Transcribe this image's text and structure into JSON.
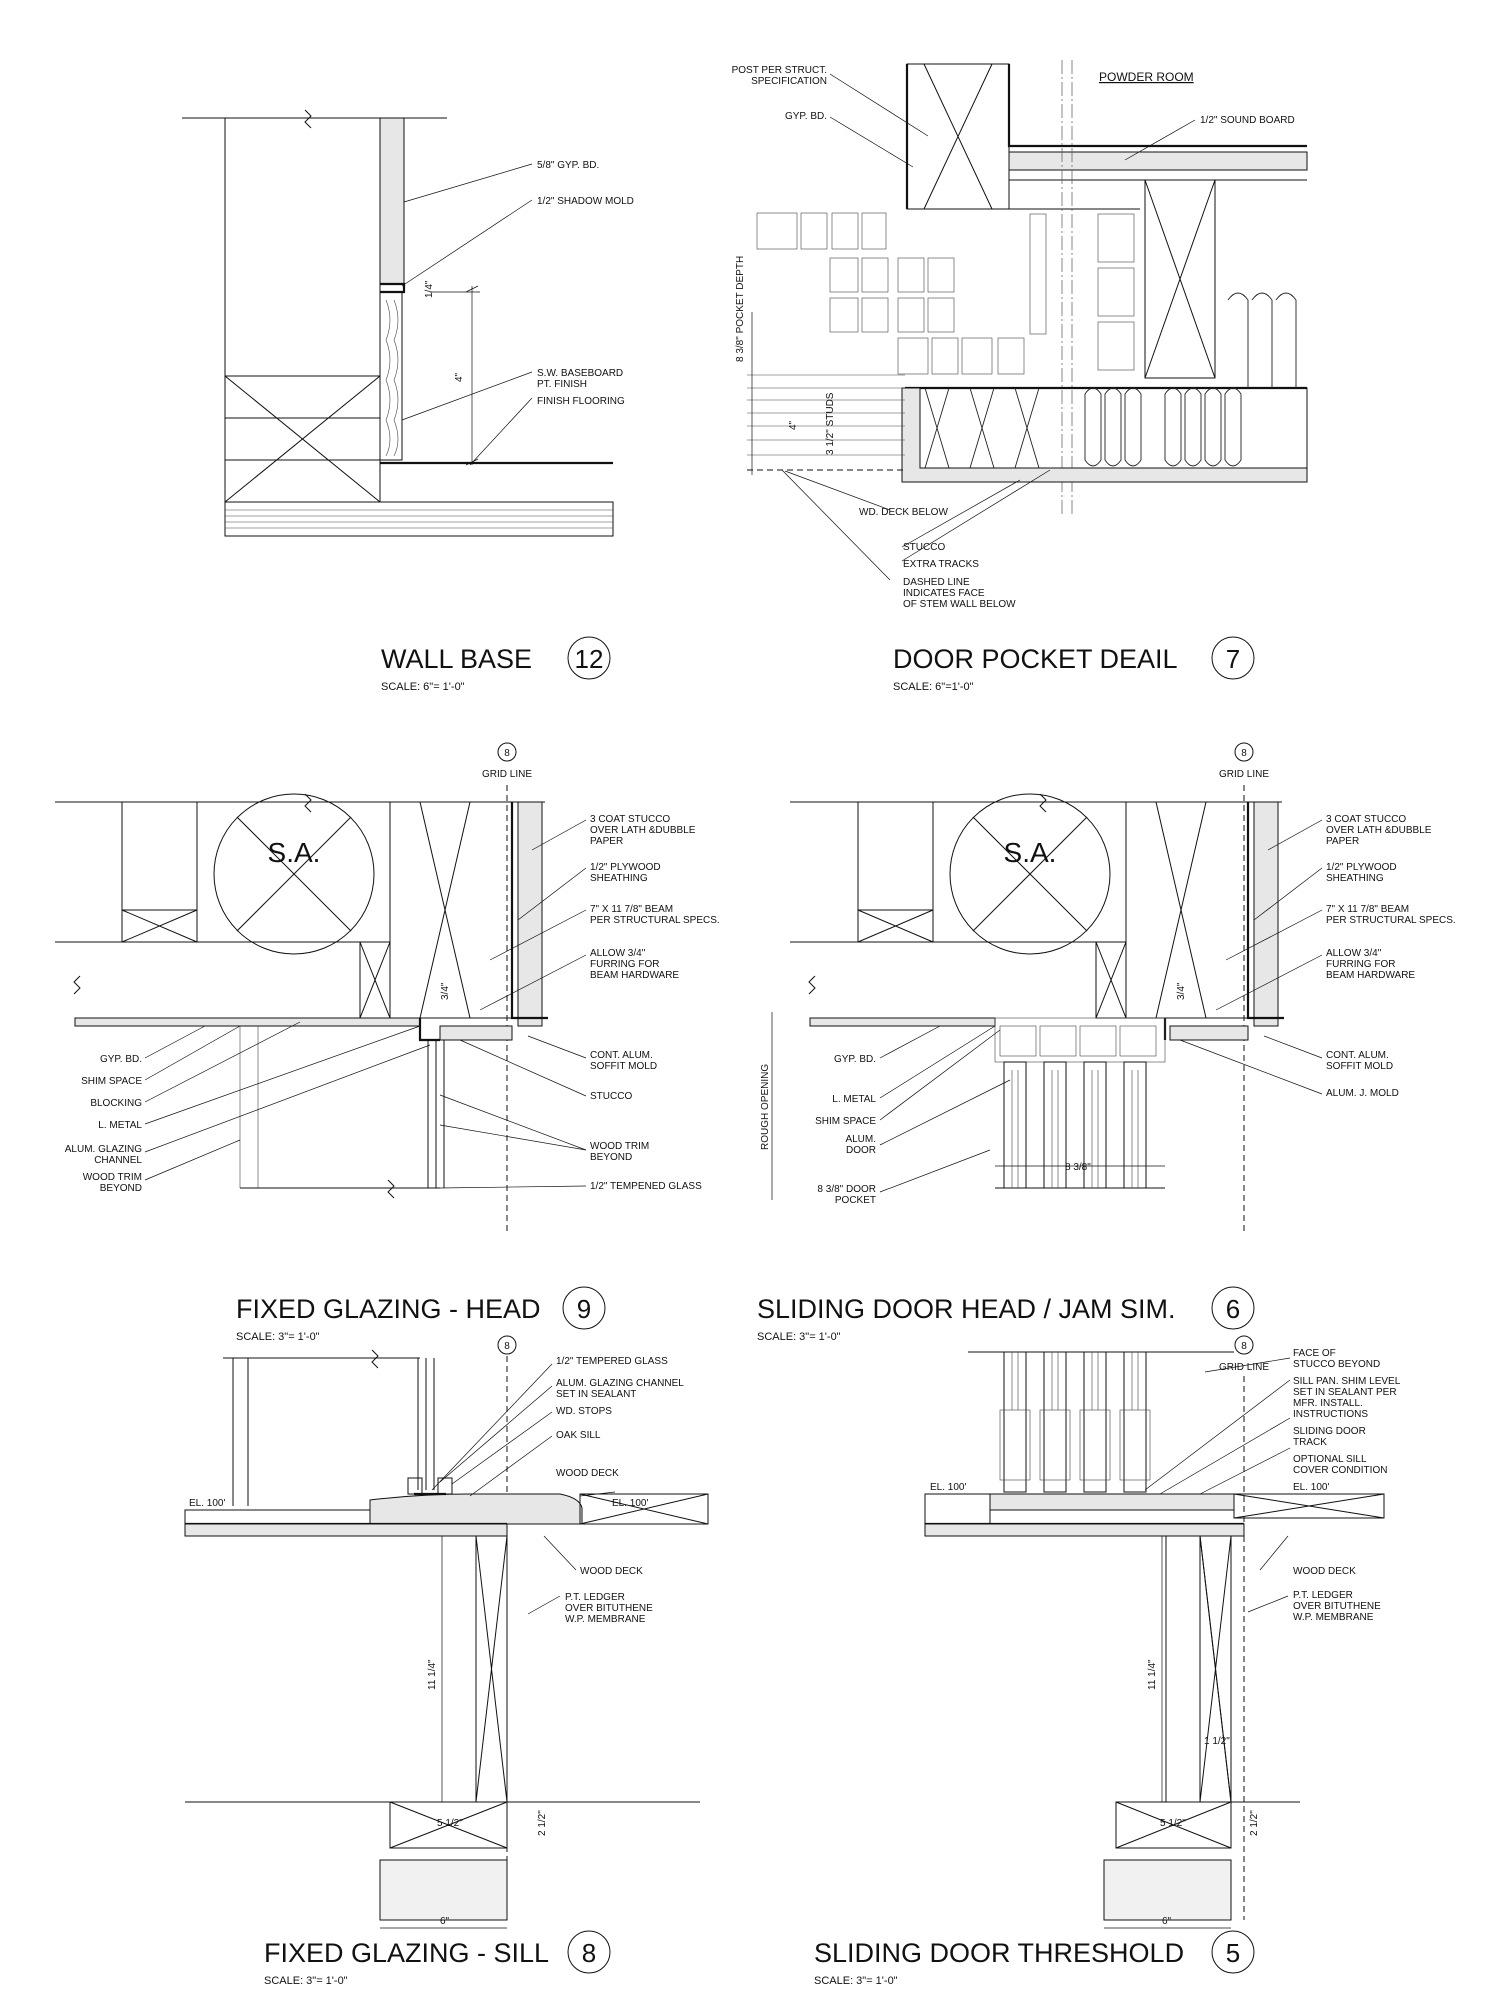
{
  "details": {
    "d12": {
      "title": "WALL BASE",
      "number": "12",
      "scale": "SCALE: 6\"= 1'-0\"",
      "notes": [
        "5/8\" GYP. BD.",
        "1/2\" SHADOW MOLD",
        "S.W. BASEBOARD",
        "PT. FINISH",
        "FINISH FLOORING"
      ],
      "dims": [
        "1/4\"",
        "4\""
      ]
    },
    "d7": {
      "title": "DOOR POCKET DEAIL",
      "number": "7",
      "scale": "SCALE: 6\"=1'-0\"",
      "room": "POWDER ROOM",
      "notes": [
        "POST PER STRUCT.",
        "SPECIFICATION",
        "GYP. BD.",
        "1/2\" SOUND BOARD",
        "WD. DECK BELOW",
        "STUCCO",
        "EXTRA TRACKS",
        "DASHED LINE",
        "INDICATES FACE",
        "OF STEM WALL BELOW"
      ],
      "dims": [
        "8 3/8\" POCKET DEPTH",
        "4\"",
        "3 1/2\" STUDS"
      ]
    },
    "d9": {
      "title": "FIXED GLAZING - HEAD",
      "number": "9",
      "scale": "SCALE: 3\"= 1'-0\"",
      "grid_num": "8",
      "grid_line": "GRID LINE",
      "sa": "S.A.",
      "notes_right": [
        "3 COAT STUCCO",
        "OVER LATH &DUBBLE",
        "PAPER",
        "1/2\" PLYWOOD",
        "SHEATHING",
        "7\" X 11 7/8\" BEAM",
        "PER STRUCTURAL SPECS.",
        "ALLOW 3/4\"",
        "FURRING FOR",
        "BEAM HARDWARE",
        "CONT. ALUM.",
        "SOFFIT MOLD",
        "STUCCO",
        "WOOD TRIM",
        "BEYOND",
        "1/2\" TEMPENED GLASS"
      ],
      "notes_left": [
        "GYP. BD.",
        "SHIM SPACE",
        "BLOCKING",
        "L. METAL",
        "ALUM. GLAZING",
        "CHANNEL",
        "WOOD TRIM",
        "BEYOND"
      ],
      "dims": [
        "3/4\""
      ]
    },
    "d6": {
      "title": "SLIDING DOOR HEAD / JAM SIM.",
      "number": "6",
      "scale": "SCALE: 3\"= 1'-0\"",
      "grid_num": "8",
      "grid_line": "GRID LINE",
      "sa": "S.A.",
      "notes_right": [
        "3 COAT STUCCO",
        "OVER LATH &DUBBLE",
        "PAPER",
        "1/2\" PLYWOOD",
        "SHEATHING",
        "7\" X 11 7/8\" BEAM",
        "PER STRUCTURAL SPECS.",
        "ALLOW 3/4\"",
        "FURRING FOR",
        "BEAM HARDWARE",
        "CONT. ALUM.",
        "SOFFIT MOLD",
        "ALUM. J. MOLD"
      ],
      "notes_left": [
        "GYP. BD.",
        "L. METAL",
        "SHIM SPACE",
        "ALUM.",
        "DOOR",
        "8 3/8\" DOOR",
        "POCKET"
      ],
      "dims": [
        "3/4\"",
        "ROUGH OPENING",
        "8 3/8\""
      ]
    },
    "d8": {
      "title": "FIXED GLAZING - SILL",
      "number": "8",
      "scale": "SCALE: 3\"= 1'-0\"",
      "grid_num": "8",
      "notes": [
        "1/2\" TEMPERED GLASS",
        "ALUM. GLAZING CHANNEL",
        "SET IN SEALANT",
        "WD. STOPS",
        "OAK SILL",
        "WOOD DECK",
        "EL. 100'",
        "EL. 100'",
        "WOOD DECK",
        "P.T. LEDGER",
        "OVER BITUTHENE",
        "W.P. MEMBRANE"
      ],
      "dims": [
        "11 1/4\"",
        "5 1/2\"",
        "2 1/2\"",
        "6\""
      ]
    },
    "d5": {
      "title": "SLIDING DOOR THRESHOLD",
      "number": "5",
      "scale": "SCALE: 3\"= 1'-0\"",
      "grid_num": "8",
      "grid_line": "GRID LINE",
      "notes": [
        "FACE OF",
        "STUCCO BEYOND",
        "SILL PAN. SHIM LEVEL",
        "SET IN SEALANT PER",
        "MFR. INSTALL.",
        "INSTRUCTIONS",
        "SLIDING DOOR",
        "TRACK",
        "OPTIONAL SILL",
        "COVER CONDITION",
        "EL. 100'",
        "EL. 100'",
        "WOOD DECK",
        "P.T. LEDGER",
        "OVER BITUTHENE",
        "W.P. MEMBRANE"
      ],
      "dims": [
        "11 1/4\"",
        "1 1/2\"",
        "5 1/2\"",
        "2 1/2\"",
        "6\""
      ]
    }
  },
  "colors": {
    "line": "#111111",
    "background": "#ffffff",
    "fill_light": "#e7e7e7"
  }
}
